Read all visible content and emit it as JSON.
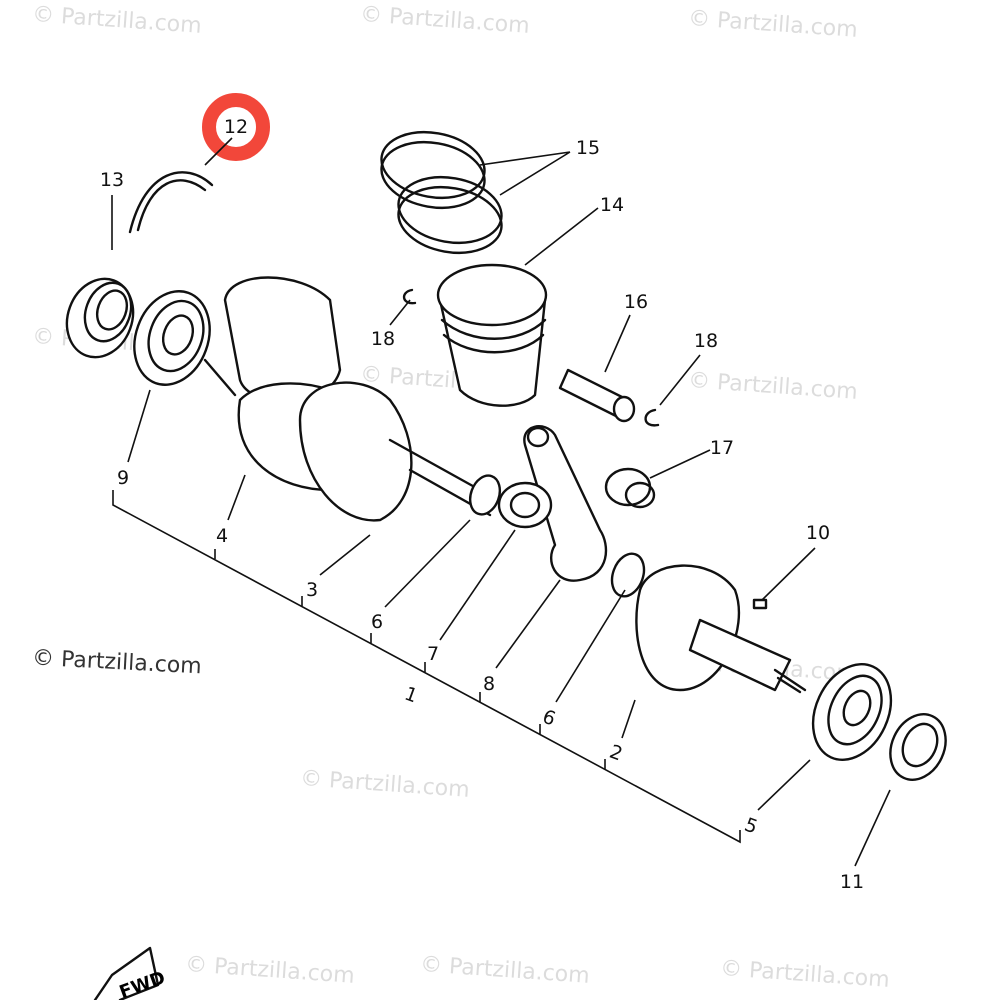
{
  "watermark": "© Partzilla.com",
  "highlight_color": "#f2473a",
  "highlighted_part": "12",
  "fwd_label": "FWD",
  "callouts": [
    {
      "id": "c12",
      "label": "12"
    },
    {
      "id": "c13",
      "label": "13"
    },
    {
      "id": "c15",
      "label": "15"
    },
    {
      "id": "c14",
      "label": "14"
    },
    {
      "id": "c16",
      "label": "16"
    },
    {
      "id": "c18a",
      "label": "18"
    },
    {
      "id": "c18b",
      "label": "18"
    },
    {
      "id": "c17",
      "label": "17"
    },
    {
      "id": "c10",
      "label": "10"
    },
    {
      "id": "c9",
      "label": "9"
    },
    {
      "id": "c4",
      "label": "4"
    },
    {
      "id": "c3",
      "label": "3"
    },
    {
      "id": "c6a",
      "label": "6"
    },
    {
      "id": "c7",
      "label": "7"
    },
    {
      "id": "c1",
      "label": "1"
    },
    {
      "id": "c8",
      "label": "8"
    },
    {
      "id": "c6b",
      "label": "6"
    },
    {
      "id": "c2",
      "label": "2"
    },
    {
      "id": "c5",
      "label": "5"
    },
    {
      "id": "c11",
      "label": "11"
    }
  ]
}
